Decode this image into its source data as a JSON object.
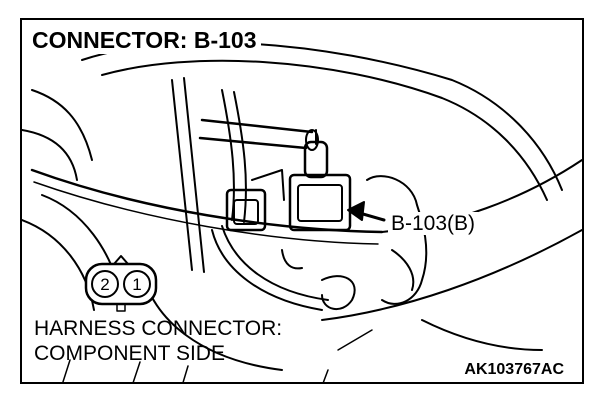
{
  "diagram": {
    "title": "CONNECTOR: B-103",
    "callout_label": "B-103(B)",
    "view_caption_line1": "HARNESS CONNECTOR:",
    "view_caption_line2": "COMPONENT SIDE",
    "figure_code": "AK103767AC",
    "connector_pins": [
      "2",
      "1"
    ],
    "line_color": "#000000",
    "background_color": "#ffffff"
  }
}
